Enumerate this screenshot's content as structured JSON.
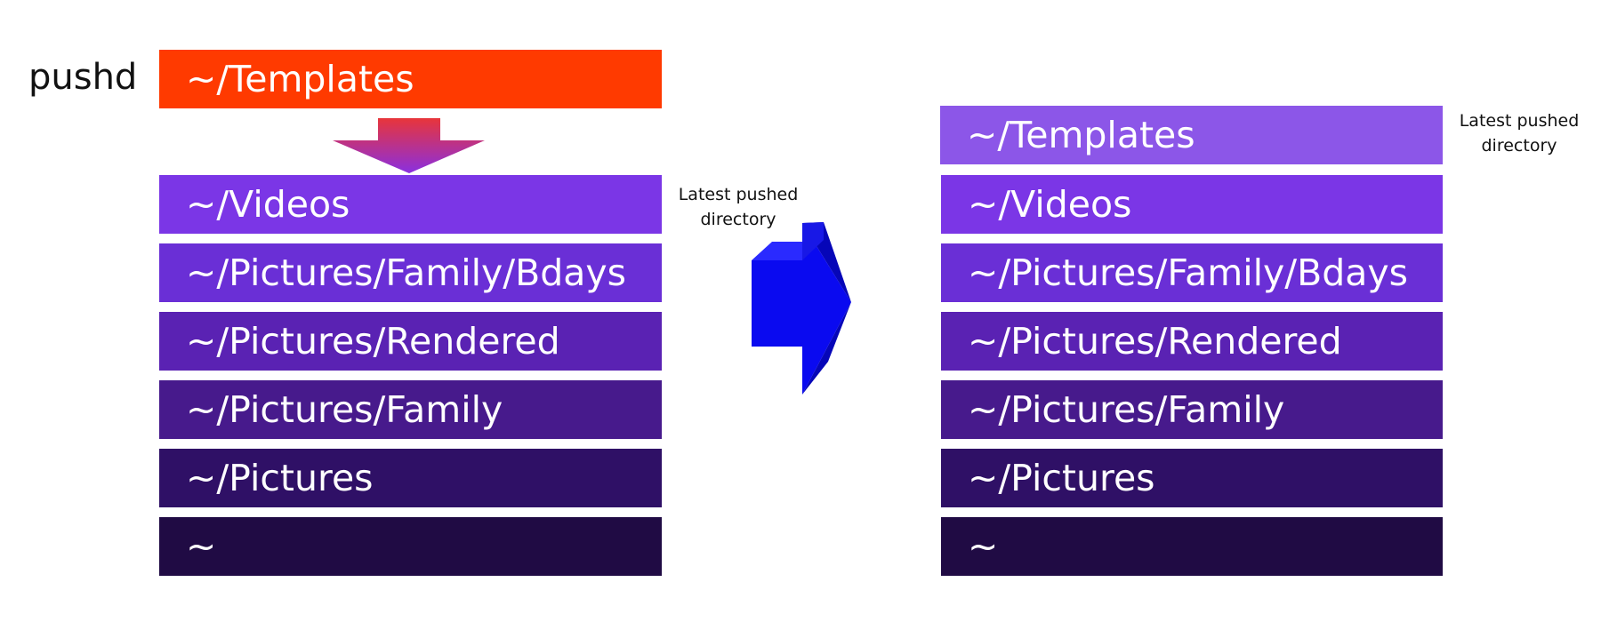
{
  "command": "pushd",
  "pushed_item": {
    "label": "~/Templates",
    "color": "#ff3a00"
  },
  "stack_before": [
    {
      "label": "~/Videos",
      "color": "#7b36e6"
    },
    {
      "label": "~/Pictures/Family/Bdays",
      "color": "#6a2fd6"
    },
    {
      "label": "~/Pictures/Rendered",
      "color": "#5a22b3"
    },
    {
      "label": "~/Pictures/Family",
      "color": "#471a8c"
    },
    {
      "label": "~/Pictures",
      "color": "#2f1066"
    },
    {
      "label": "~",
      "color": "#200b44"
    }
  ],
  "stack_after": [
    {
      "label": "~/Templates",
      "color": "#8c56e8"
    },
    {
      "label": "~/Videos",
      "color": "#7b36e6"
    },
    {
      "label": "~/Pictures/Family/Bdays",
      "color": "#6a2fd6"
    },
    {
      "label": "~/Pictures/Rendered",
      "color": "#5a22b3"
    },
    {
      "label": "~/Pictures/Family",
      "color": "#471a8c"
    },
    {
      "label": "~/Pictures",
      "color": "#2f1066"
    },
    {
      "label": "~",
      "color": "#200b44"
    }
  ],
  "note_before": {
    "line1": "Latest pushed",
    "line2": "directory"
  },
  "note_after": {
    "line1": "Latest pushed",
    "line2": "directory"
  },
  "colors": {
    "push_arrow_top": "#e8353a",
    "push_arrow_bottom": "#8a2fe0",
    "transition_arrow": "#0a0af0"
  }
}
